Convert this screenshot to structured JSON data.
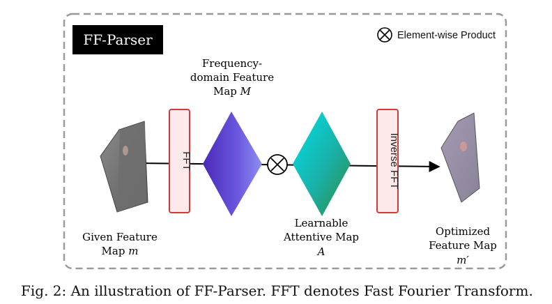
{
  "title": "FF-Parser",
  "legend": {
    "label": "Element-wise Product"
  },
  "input": {
    "label_line1": "Given Feature",
    "label_line2": "Map",
    "symbol": "m"
  },
  "fft": {
    "label": "FFT"
  },
  "frequency_map": {
    "label_line1": "Frequency-",
    "label_line2": "domain Feature",
    "label_line3": "Map",
    "symbol": "M"
  },
  "attentive_map": {
    "label_line1": "Learnable",
    "label_line2": "Attentive Map",
    "symbol": "A"
  },
  "inverse_fft": {
    "label": "Inverse FFT"
  },
  "output": {
    "label_line1": "Optimized",
    "label_line2": "Feature Map",
    "symbol": "m′"
  },
  "caption": "Fig. 2: An illustration of FF-Parser. FFT denotes Fast Fourier Transform.",
  "colors": {
    "title_bg": "#000000",
    "fft_border": "#d33a3a",
    "fft_fill": "#fde9e9",
    "diamond1_start": "#5b2fc0",
    "diamond1_end": "#7f7cf0",
    "diamond2_start": "#00d0e0",
    "diamond2_end": "#2a8e4a"
  }
}
